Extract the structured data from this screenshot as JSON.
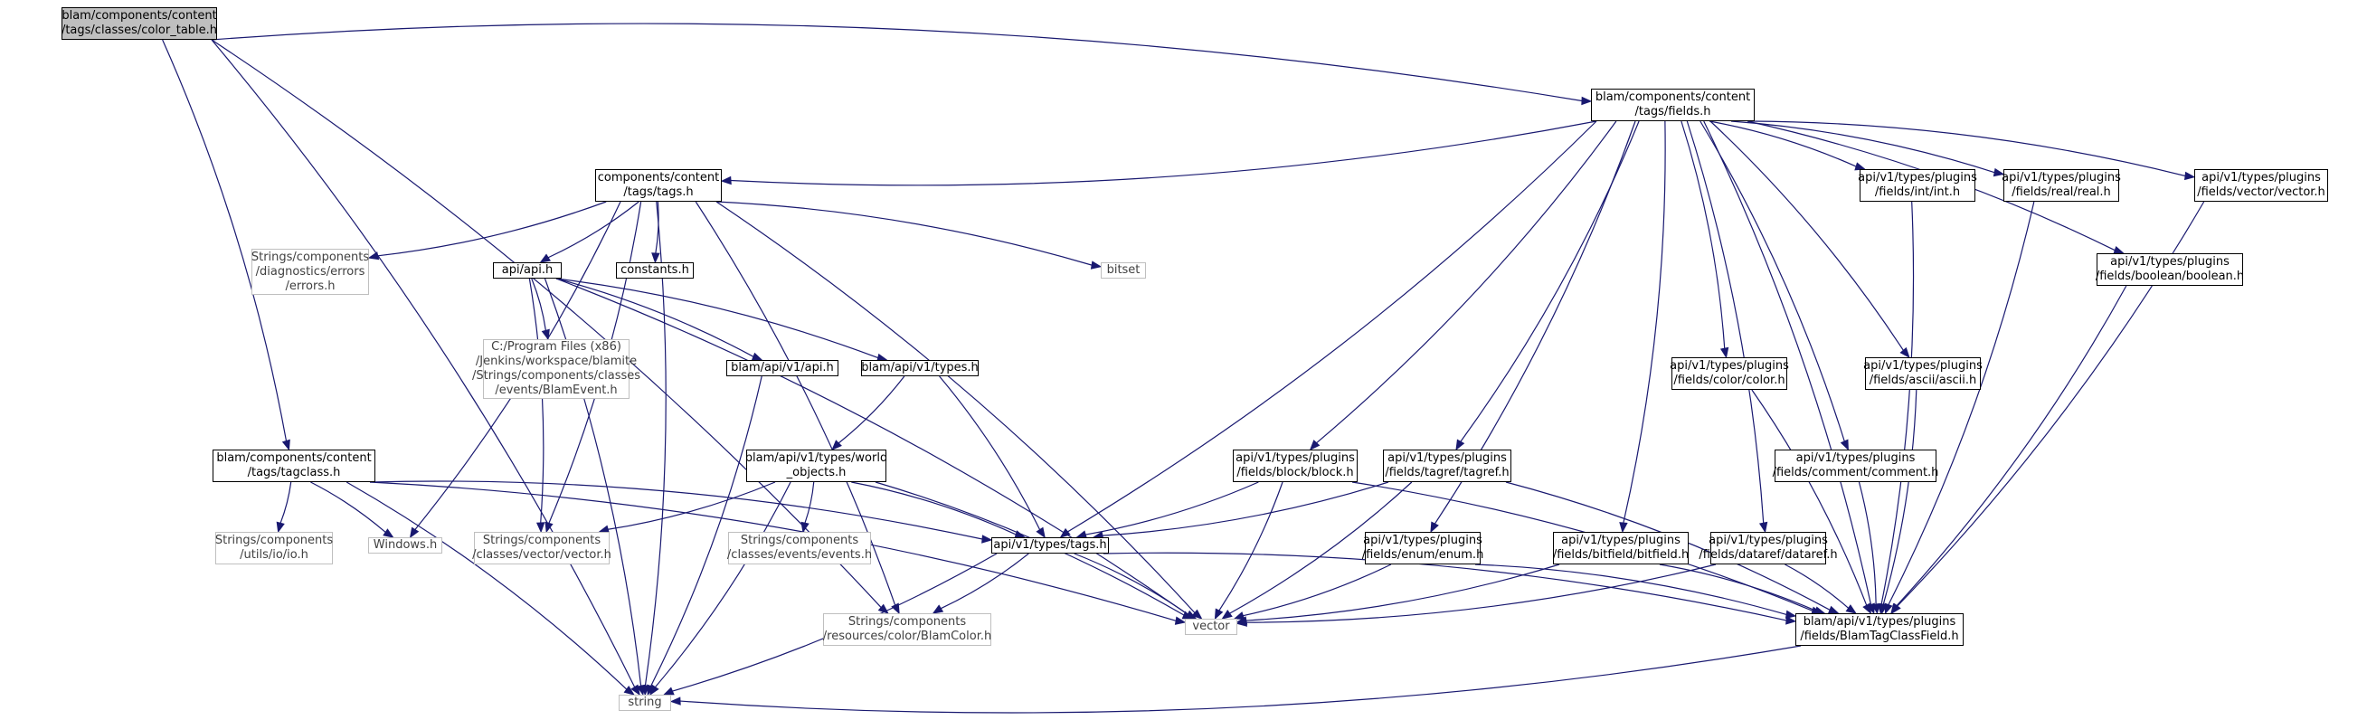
{
  "nodes": [
    {
      "id": "color_table",
      "lines": [
        "blam/components/content",
        "/tags/classes/color_table.h"
      ],
      "kind": "root"
    },
    {
      "id": "fields",
      "lines": [
        "blam/components/content",
        "/tags/fields.h"
      ],
      "kind": "normal"
    },
    {
      "id": "tags",
      "lines": [
        "components/content",
        "/tags/tags.h"
      ],
      "kind": "normal"
    },
    {
      "id": "errors",
      "lines": [
        "Strings/components",
        "/diagnostics/errors",
        "/errors.h"
      ],
      "kind": "sys"
    },
    {
      "id": "api",
      "lines": [
        "api/api.h"
      ],
      "kind": "normal"
    },
    {
      "id": "constants",
      "lines": [
        "constants.h"
      ],
      "kind": "normal"
    },
    {
      "id": "bitset",
      "lines": [
        "bitset"
      ],
      "kind": "sys"
    },
    {
      "id": "int",
      "lines": [
        "api/v1/types/plugins",
        "/fields/int/int.h"
      ],
      "kind": "normal"
    },
    {
      "id": "real",
      "lines": [
        "api/v1/types/plugins",
        "/fields/real/real.h"
      ],
      "kind": "normal"
    },
    {
      "id": "vectorh",
      "lines": [
        "api/v1/types/plugins",
        "/fields/vector/vector.h"
      ],
      "kind": "normal"
    },
    {
      "id": "boolean",
      "lines": [
        "api/v1/types/plugins",
        "/fields/boolean/boolean.h"
      ],
      "kind": "normal"
    },
    {
      "id": "blamevent",
      "lines": [
        "C:/Program Files (x86)",
        "/Jenkins/workspace/blamite",
        "/Strings/components/classes",
        "/events/BlamEvent.h"
      ],
      "kind": "sys"
    },
    {
      "id": "blam_api",
      "lines": [
        "blam/api/v1/api.h"
      ],
      "kind": "normal"
    },
    {
      "id": "blam_types",
      "lines": [
        "blam/api/v1/types.h"
      ],
      "kind": "normal"
    },
    {
      "id": "colorh",
      "lines": [
        "api/v1/types/plugins",
        "/fields/color/color.h"
      ],
      "kind": "normal"
    },
    {
      "id": "ascii",
      "lines": [
        "api/v1/types/plugins",
        "/fields/ascii/ascii.h"
      ],
      "kind": "normal"
    },
    {
      "id": "tagclass",
      "lines": [
        "blam/components/content",
        "/tags/tagclass.h"
      ],
      "kind": "normal"
    },
    {
      "id": "world",
      "lines": [
        "blam/api/v1/types/world",
        "_objects.h"
      ],
      "kind": "normal"
    },
    {
      "id": "block",
      "lines": [
        "api/v1/types/plugins",
        "/fields/block/block.h"
      ],
      "kind": "normal"
    },
    {
      "id": "tagref",
      "lines": [
        "api/v1/types/plugins",
        "/fields/tagref/tagref.h"
      ],
      "kind": "normal"
    },
    {
      "id": "comment",
      "lines": [
        "api/v1/types/plugins",
        "/fields/comment/comment.h"
      ],
      "kind": "normal"
    },
    {
      "id": "io",
      "lines": [
        "Strings/components",
        "/utils/io/io.h"
      ],
      "kind": "sys"
    },
    {
      "id": "windows",
      "lines": [
        "Windows.h"
      ],
      "kind": "sys"
    },
    {
      "id": "vectorcls",
      "lines": [
        "Strings/components",
        "/classes/vector/vector.h"
      ],
      "kind": "sys"
    },
    {
      "id": "events",
      "lines": [
        "Strings/components",
        "/classes/events/events.h"
      ],
      "kind": "sys"
    },
    {
      "id": "tagsh",
      "lines": [
        "api/v1/types/tags.h"
      ],
      "kind": "normal"
    },
    {
      "id": "enum",
      "lines": [
        "api/v1/types/plugins",
        "/fields/enum/enum.h"
      ],
      "kind": "normal"
    },
    {
      "id": "bitfield",
      "lines": [
        "api/v1/types/plugins",
        "/fields/bitfield/bitfield.h"
      ],
      "kind": "normal"
    },
    {
      "id": "dataref",
      "lines": [
        "api/v1/types/plugins",
        "/fields/dataref/dataref.h"
      ],
      "kind": "normal"
    },
    {
      "id": "blamcolor",
      "lines": [
        "Strings/components",
        "/resources/color/BlamColor.h"
      ],
      "kind": "sys"
    },
    {
      "id": "vector",
      "lines": [
        "vector"
      ],
      "kind": "sys"
    },
    {
      "id": "btcf",
      "lines": [
        "blam/api/v1/types/plugins",
        "/fields/BlamTagClassField.h"
      ],
      "kind": "normal"
    },
    {
      "id": "string",
      "lines": [
        "string"
      ],
      "kind": "sys"
    }
  ],
  "edges": [
    [
      "color_table",
      "fields"
    ],
    [
      "color_table",
      "tagclass"
    ],
    [
      "color_table",
      "blamcolor"
    ],
    [
      "color_table",
      "string"
    ],
    [
      "fields",
      "tags"
    ],
    [
      "fields",
      "tagsh"
    ],
    [
      "fields",
      "block"
    ],
    [
      "fields",
      "tagref"
    ],
    [
      "fields",
      "enum"
    ],
    [
      "fields",
      "bitfield"
    ],
    [
      "fields",
      "colorh"
    ],
    [
      "fields",
      "dataref"
    ],
    [
      "fields",
      "comment"
    ],
    [
      "fields",
      "ascii"
    ],
    [
      "fields",
      "int"
    ],
    [
      "fields",
      "real"
    ],
    [
      "fields",
      "boolean"
    ],
    [
      "fields",
      "vectorh"
    ],
    [
      "fields",
      "btcf"
    ],
    [
      "tags",
      "errors"
    ],
    [
      "tags",
      "api"
    ],
    [
      "tags",
      "constants"
    ],
    [
      "tags",
      "bitset"
    ],
    [
      "tags",
      "vector"
    ],
    [
      "tags",
      "string"
    ],
    [
      "tags",
      "vectorcls"
    ],
    [
      "tags",
      "windows"
    ],
    [
      "tags",
      "blamcolor"
    ],
    [
      "api",
      "blamevent"
    ],
    [
      "api",
      "blam_api"
    ],
    [
      "api",
      "blam_types"
    ],
    [
      "api",
      "vectorcls"
    ],
    [
      "api",
      "vector"
    ],
    [
      "api",
      "string"
    ],
    [
      "blam_api",
      "string"
    ],
    [
      "blam_types",
      "world"
    ],
    [
      "blam_types",
      "tagsh"
    ],
    [
      "world",
      "vectorcls"
    ],
    [
      "world",
      "events"
    ],
    [
      "world",
      "tagsh"
    ],
    [
      "world",
      "vector"
    ],
    [
      "world",
      "string"
    ],
    [
      "tagclass",
      "io"
    ],
    [
      "tagclass",
      "windows"
    ],
    [
      "tagclass",
      "tagsh"
    ],
    [
      "tagclass",
      "vector"
    ],
    [
      "tagclass",
      "string"
    ],
    [
      "tagsh",
      "blamcolor"
    ],
    [
      "tagsh",
      "vector"
    ],
    [
      "tagsh",
      "string"
    ],
    [
      "tagsh",
      "btcf"
    ],
    [
      "block",
      "tagsh"
    ],
    [
      "block",
      "vector"
    ],
    [
      "block",
      "btcf"
    ],
    [
      "tagref",
      "tagsh"
    ],
    [
      "tagref",
      "vector"
    ],
    [
      "tagref",
      "btcf"
    ],
    [
      "enum",
      "vector"
    ],
    [
      "enum",
      "btcf"
    ],
    [
      "bitfield",
      "vector"
    ],
    [
      "bitfield",
      "btcf"
    ],
    [
      "dataref",
      "vector"
    ],
    [
      "dataref",
      "btcf"
    ],
    [
      "int",
      "btcf"
    ],
    [
      "real",
      "btcf"
    ],
    [
      "vectorh",
      "btcf"
    ],
    [
      "boolean",
      "btcf"
    ],
    [
      "colorh",
      "btcf"
    ],
    [
      "ascii",
      "btcf"
    ],
    [
      "comment",
      "btcf"
    ],
    [
      "btcf",
      "string"
    ]
  ]
}
